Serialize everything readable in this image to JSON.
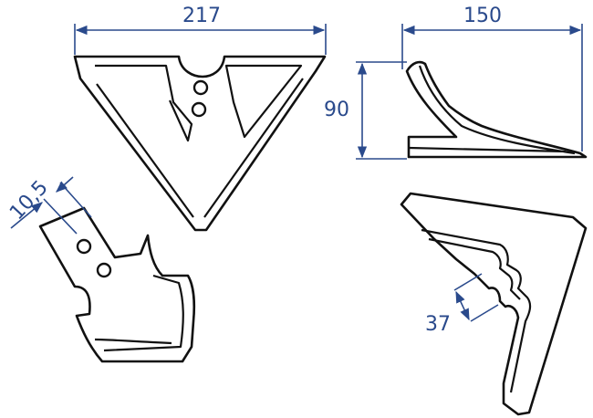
{
  "dimensions": {
    "width_top": "217",
    "width_side": "150",
    "height_side": "90",
    "hole_offset": "10,5",
    "edge_offset": "37"
  },
  "colors": {
    "dimension": "#2a4a8c",
    "outline": "#111111",
    "background": "#ffffff"
  }
}
